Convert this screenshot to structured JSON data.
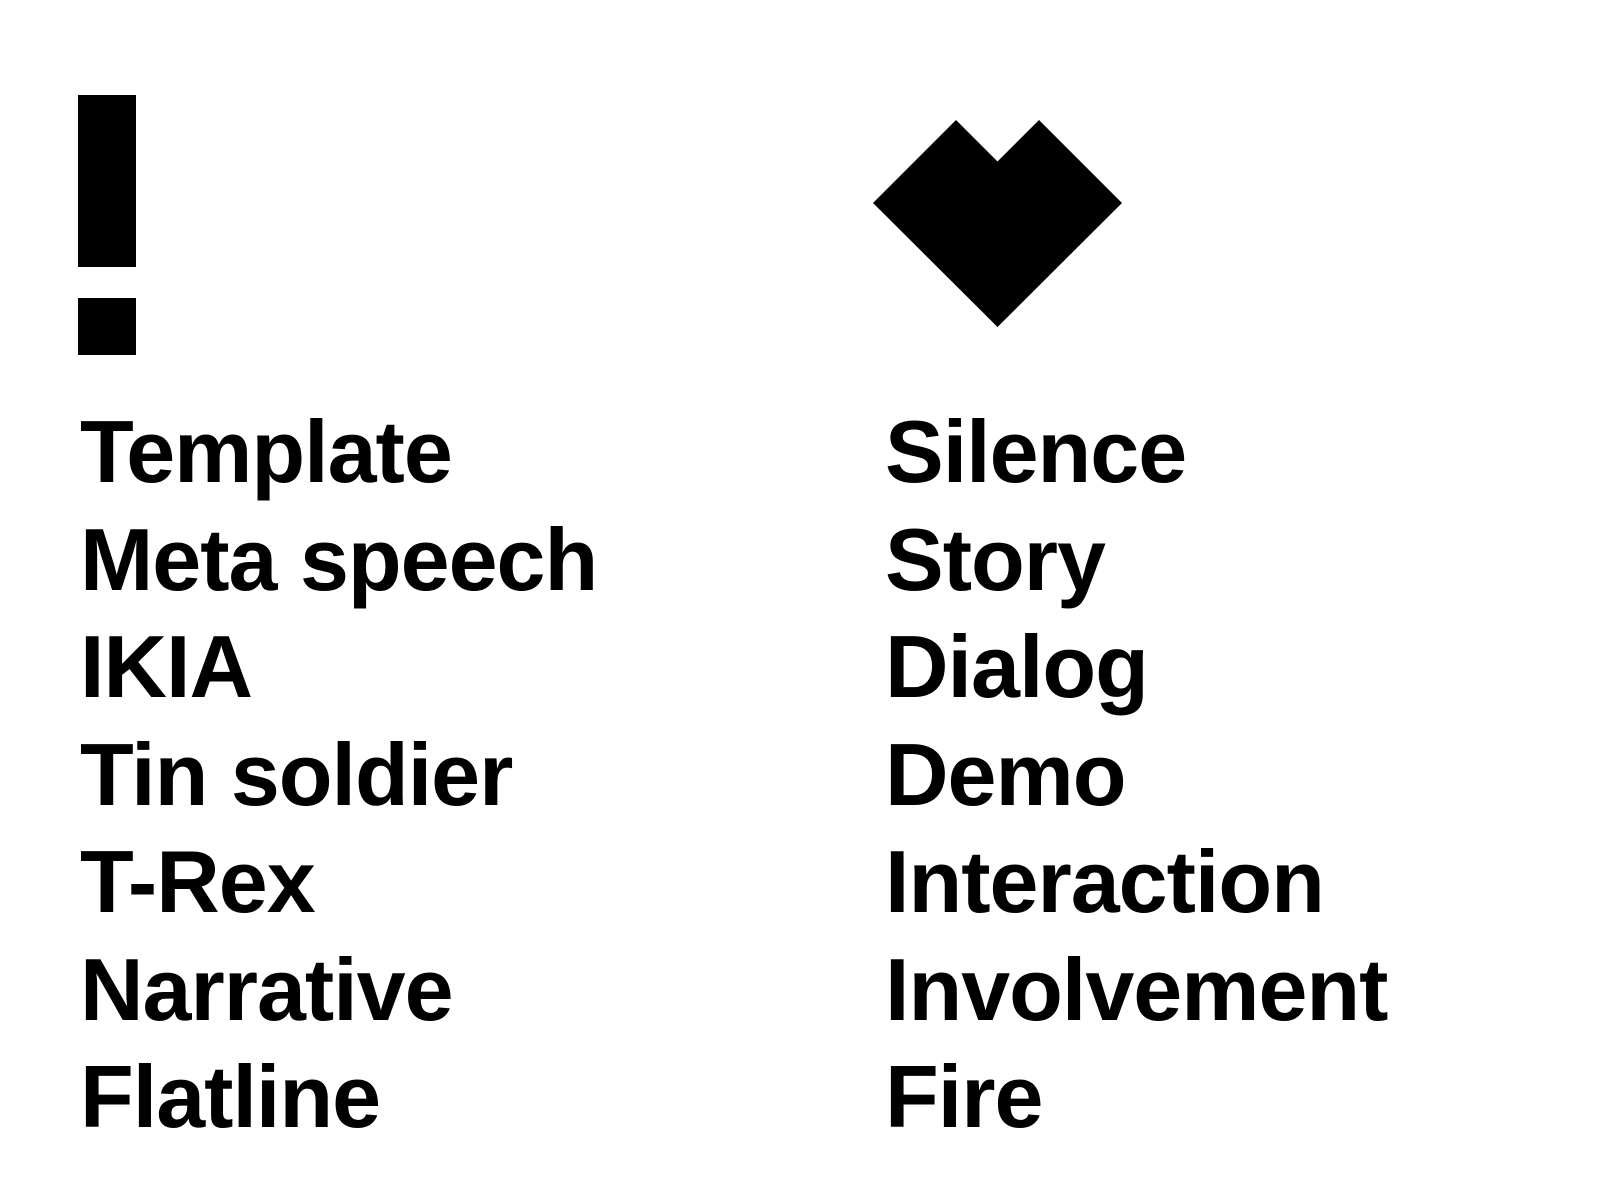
{
  "colors": {
    "background": "#ffffff",
    "foreground": "#000000"
  },
  "left_column": {
    "icon": "exclamation-icon",
    "words": [
      "Template",
      "Meta speech",
      "IKIA",
      "Tin soldier",
      "T-Rex",
      "Narrative",
      "Flatline"
    ]
  },
  "right_column": {
    "icon": "heart-icon",
    "words": [
      "Silence",
      "Story",
      "Dialog",
      "Demo",
      "Interaction",
      "Involvement",
      "Fire"
    ]
  }
}
